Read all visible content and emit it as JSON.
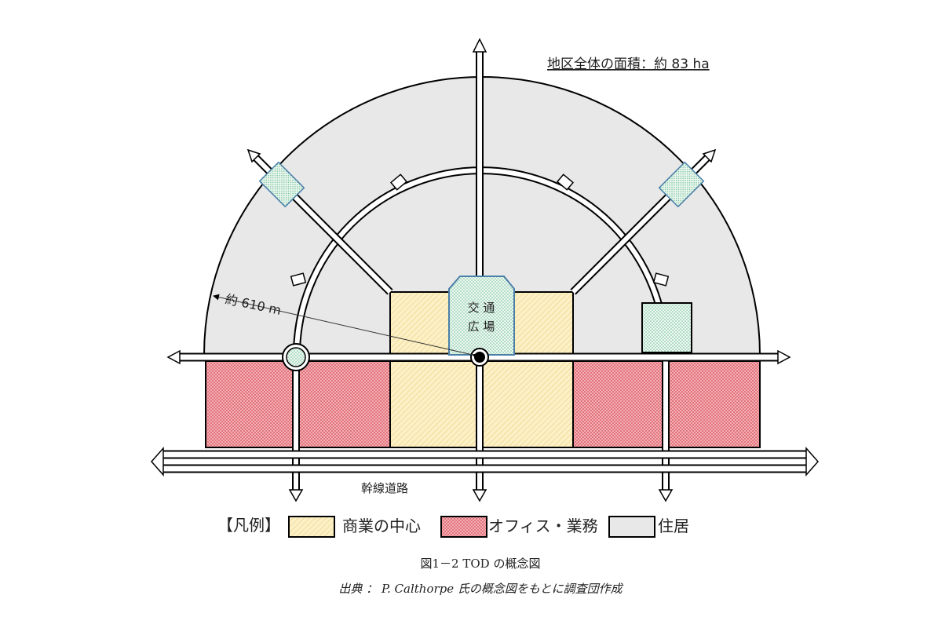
{
  "area_label": "地区全体の面積：約 83 ha",
  "radius_label": "約 610 m",
  "plaza_label": [
    "交 通",
    "広 場"
  ],
  "trunk_road_label": "幹線道路",
  "legend": {
    "title": "【凡例】",
    "items": [
      {
        "label": "商業の中心",
        "color": "#fbefc4"
      },
      {
        "label": "オフィス・業務",
        "color": "#e07a80"
      },
      {
        "label": "住居",
        "color": "#e8e8e8"
      }
    ]
  },
  "caption": "図1－2  TOD の概念図",
  "source": "出典 ： P. Calthorpe 氏の概念図をもとに調査団作成"
}
